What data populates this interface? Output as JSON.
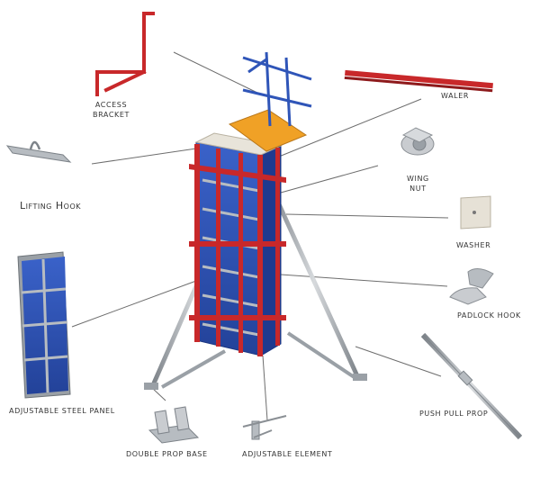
{
  "labels": {
    "access_bracket_line1": "ACCESS",
    "access_bracket_line2": "BRACKET",
    "waler": "WALER",
    "lifting_hook": "Lifting Hook",
    "wing_nut_line1": "WING",
    "wing_nut_line2": "NUT",
    "washer": "WASHER",
    "padlock_hook": "PADLOCK HOOK",
    "adjustable_steel_panel": "ADJUSTABLE STEEL PANEL",
    "push_pull_prop": "PUSH PULL PROP",
    "double_prop_base": "DOUBLE PROP BASE",
    "adjustable_element": "ADJUSTABLE ELEMENT"
  },
  "colors": {
    "panel_blue": "#2f55b8",
    "frame_red": "#c8282a",
    "steel_grey": "#9aa0a6",
    "platform_orange": "#f0a126",
    "leader_line": "#666666"
  }
}
